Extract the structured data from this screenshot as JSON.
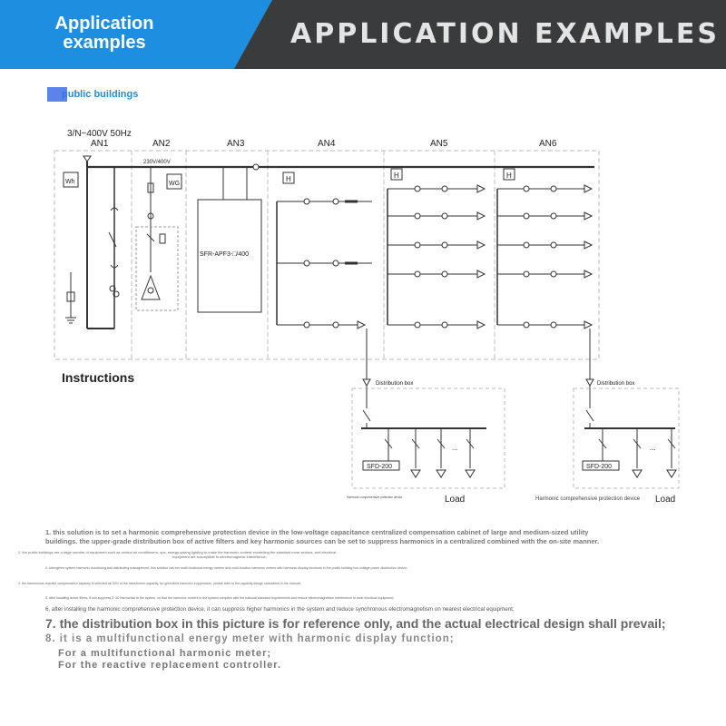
{
  "header": {
    "badge": "Application examples",
    "title": "APPLICATION EXAMPLES"
  },
  "section": {
    "label": "public buildings"
  },
  "diagram": {
    "supply": "3/N~400V 50Hz",
    "columns": [
      "AN1",
      "AN2",
      "AN3",
      "AN4",
      "AN5",
      "AN6"
    ],
    "an2_voltage": "230V/400V",
    "meter_wh": "Wh",
    "meter_wg": "WG",
    "device_apf": "SFR-APF3-□/400",
    "harmonic_meter": "H",
    "distribution_box_left": "Distribution box",
    "distribution_box_right": "Distribution box",
    "sfd_left": "SFD-200",
    "sfd_right": "SFD-200",
    "protection_left": "Harmonic comprehensive protection device",
    "protection_right": "Harmonic comprehensive protection device",
    "load_left": "Load",
    "load_right": "Load",
    "dots": "..."
  },
  "instructions_label": "Instructions",
  "notes": [
    "1. this solution is to set a harmonic comprehensive protection device in the low-voltage capacitance centralized compensation cabinet of large and medium-sized utility",
    "buildings. the upper-grade distribution box of active filters and key harmonic sources can be set to suppress harmonics in a centralized combined with the on-site manner.",
    "2. the public buildings are a large number of equipment such as central air conditioners, ups, energy-saving lighting to make the harmonic content exceeding the standard more serious, and electrical",
    "equipment are susceptible to electromagnetic interference;",
    "3. strengthen system harmonic monitoring and distributing management, this solution has set multi-functional energy meters and multi-function harmonic meters with harmonic display functions in the public building low-voltage power distribution device;",
    "4. the harmonious reactive compensation capacity is selected as 30% of the transformer capacity, for greenfield harmonic suppression, please refer to the capacity design calculation in the manual;",
    "5. after installing active filters, it can suppress 2~30 harmonics in the system, so that the harmonic content in the system complies with the national standard requirements and reduce electromagnetism interference to near electrical equipment;",
    "6. after installing the harmonic comprehensive protection device, it can suppress higher harmonics in the system and reduce synchronous electromagnetism on nearest electrical equipment;",
    "7. the distribution box in this picture is for reference only, and the actual electrical design shall prevail;",
    "8. it is a multifunctional energy meter with harmonic display function;",
    "For a multifunctional harmonic meter;",
    "For the reactive replacement controller."
  ],
  "colors": {
    "accent": "#1e8fe0",
    "header_bg": "#3a3b3d",
    "line": "#333333"
  }
}
